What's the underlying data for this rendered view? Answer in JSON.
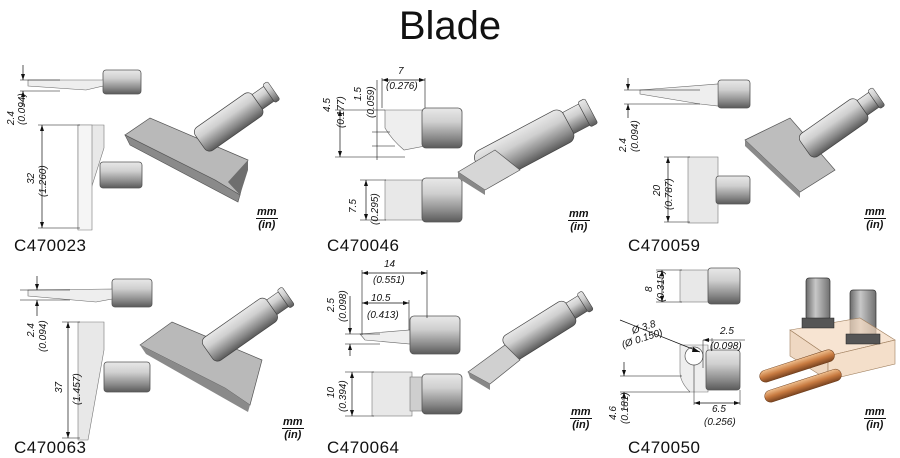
{
  "title": "Blade",
  "unit": {
    "top": "mm",
    "bottom": "(in)"
  },
  "panels": [
    {
      "code": "C470023",
      "dims": [
        "2.4",
        "(0.094)",
        "32",
        "(1.260)"
      ]
    },
    {
      "code": "C470046",
      "dims": [
        "4.5",
        "(0.177)",
        "1.5",
        "(0.059)",
        "7",
        "(0.276)",
        "7.5",
        "(0.295)"
      ]
    },
    {
      "code": "C470059",
      "dims": [
        "2.4",
        "(0.094)",
        "20",
        "(0.787)"
      ]
    },
    {
      "code": "C470063",
      "dims": [
        "2.4",
        "(0.094)",
        "37",
        "(1.457)"
      ]
    },
    {
      "code": "C470064",
      "dims": [
        "2.5",
        "(0.098)",
        "14",
        "(0.551)",
        "10.5",
        "(0.413)",
        "10",
        "(0.394)"
      ]
    },
    {
      "code": "C470050",
      "dims": [
        "8",
        "(0.315)",
        "Ø 3.8",
        "(Ø 0.150)",
        "2.5",
        "(0.098)",
        "4.6",
        "(0.181)",
        "6.5",
        "(0.256)"
      ]
    }
  ]
}
